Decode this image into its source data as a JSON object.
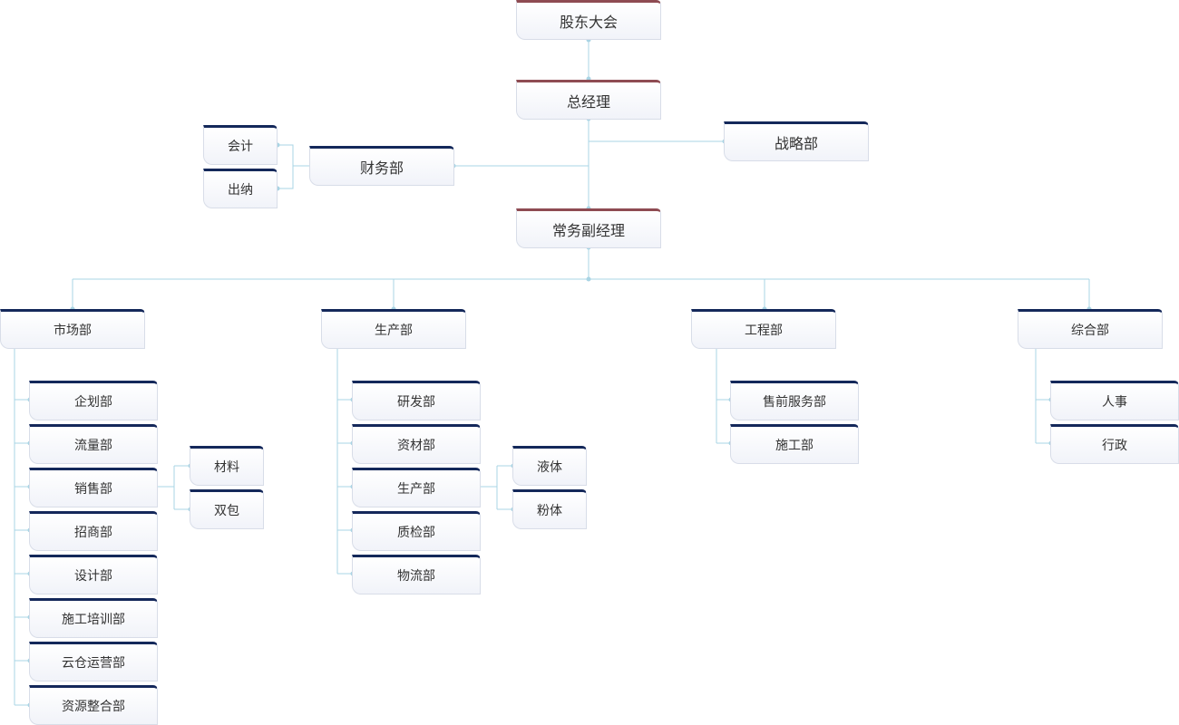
{
  "chart_data": {
    "type": "org-chart",
    "root": "股东大会",
    "nodes": {
      "shareholders": "股东大会",
      "gm": "总经理",
      "finance": "财务部",
      "accounting": "会计",
      "cashier": "出纳",
      "strategy": "战略部",
      "deputy": "常务副经理",
      "market": "市场部",
      "planning": "企划部",
      "traffic": "流量部",
      "sales": "销售部",
      "material": "材料",
      "doublepack": "双包",
      "investment": "招商部",
      "design": "设计部",
      "training": "施工培训部",
      "cloud": "云仓运营部",
      "resource": "资源整合部",
      "production": "生产部",
      "rnd": "研发部",
      "supply": "资材部",
      "production_sub": "生产部",
      "liquid": "液体",
      "powder": "粉体",
      "quality": "质检部",
      "logistics": "物流部",
      "engineering": "工程部",
      "presales": "售前服务部",
      "construction": "施工部",
      "general": "综合部",
      "hr": "人事",
      "admin": "行政"
    },
    "edges": [
      [
        "shareholders",
        "gm"
      ],
      [
        "gm",
        "deputy"
      ],
      [
        "gm",
        "finance"
      ],
      [
        "gm",
        "strategy"
      ],
      [
        "finance",
        "accounting"
      ],
      [
        "finance",
        "cashier"
      ],
      [
        "deputy",
        "market"
      ],
      [
        "deputy",
        "production"
      ],
      [
        "deputy",
        "engineering"
      ],
      [
        "deputy",
        "general"
      ],
      [
        "market",
        "planning"
      ],
      [
        "market",
        "traffic"
      ],
      [
        "market",
        "sales"
      ],
      [
        "market",
        "investment"
      ],
      [
        "market",
        "design"
      ],
      [
        "market",
        "training"
      ],
      [
        "market",
        "cloud"
      ],
      [
        "market",
        "resource"
      ],
      [
        "sales",
        "material"
      ],
      [
        "sales",
        "doublepack"
      ],
      [
        "production",
        "rnd"
      ],
      [
        "production",
        "supply"
      ],
      [
        "production",
        "production_sub"
      ],
      [
        "production",
        "quality"
      ],
      [
        "production",
        "logistics"
      ],
      [
        "production_sub",
        "liquid"
      ],
      [
        "production_sub",
        "powder"
      ],
      [
        "engineering",
        "presales"
      ],
      [
        "engineering",
        "construction"
      ],
      [
        "general",
        "hr"
      ],
      [
        "general",
        "admin"
      ]
    ],
    "colors": {
      "top_bar": "#8e4b52",
      "dept_bar": "#14285a",
      "connector": "#a9d4e4"
    }
  }
}
